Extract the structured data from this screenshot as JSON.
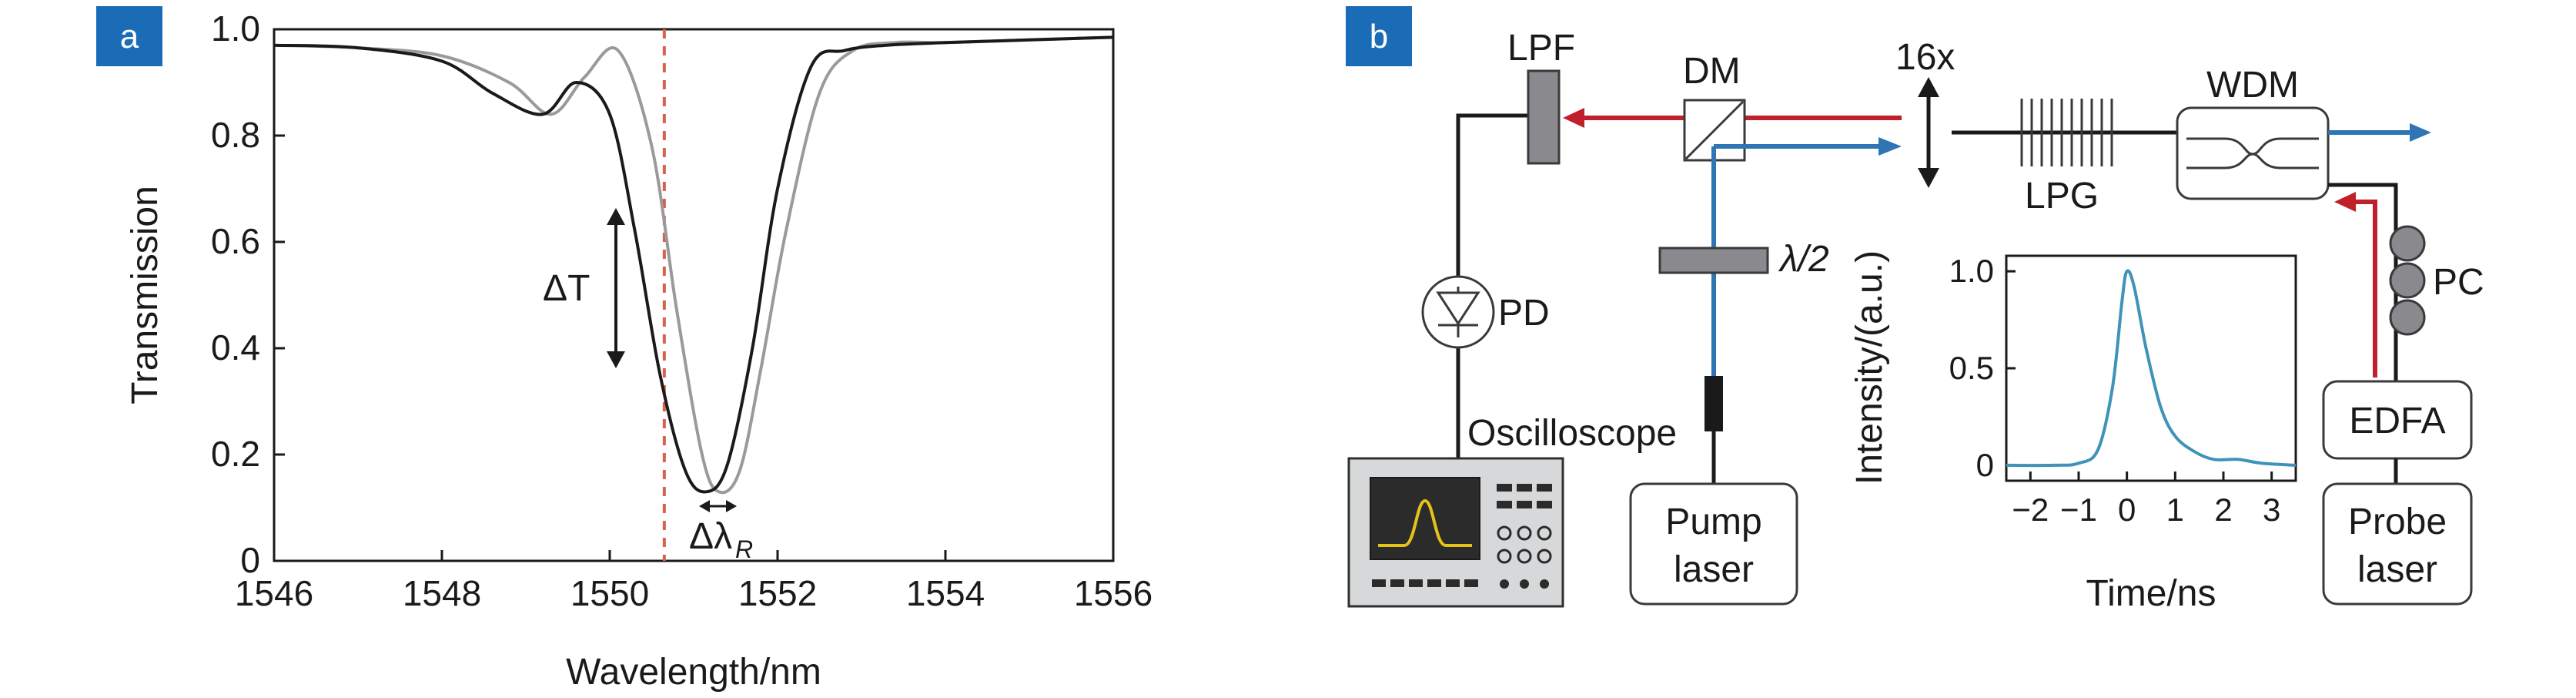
{
  "panel_labels": {
    "a": "a",
    "b": "b"
  },
  "colors": {
    "badge": "#1b6cb6",
    "pump_beam": "#2f74b5",
    "probe_beam": "#c0202a",
    "red_dashed": "#d9604a",
    "curve_dark": "#1a1a1a",
    "curve_light": "#9a9a9a",
    "inset_trace": "#3f93b8",
    "scope_trace": "#e3c318"
  },
  "chart_data": [
    {
      "type": "line",
      "xlabel": "Wavelength/nm",
      "ylabel": "Transmission",
      "xlim": [
        1546,
        1556
      ],
      "ylim": [
        0,
        1
      ],
      "xticks": [
        "1546",
        "1548",
        "1550",
        "1552",
        "1554",
        "1556"
      ],
      "yticks": [
        "0",
        "0.2",
        "0.4",
        "0.6",
        "0.8",
        "1.0"
      ],
      "grid": false,
      "legend": "none",
      "series": [
        {
          "x": [
            1546,
            1547,
            1548,
            1548.6,
            1549.2,
            1549.6,
            1550.0,
            1550.3,
            1550.6,
            1550.9,
            1551.15,
            1551.4,
            1551.7,
            1552.0,
            1552.4,
            1552.8,
            1553.3,
            1554,
            1555,
            1556
          ],
          "y": [
            0.97,
            0.965,
            0.94,
            0.88,
            0.84,
            0.9,
            0.84,
            0.62,
            0.35,
            0.17,
            0.13,
            0.18,
            0.4,
            0.7,
            0.93,
            0.96,
            0.97,
            0.975,
            0.98,
            0.985
          ]
        },
        {
          "x": [
            1546,
            1547,
            1548,
            1548.8,
            1549.3,
            1549.7,
            1550.1,
            1550.5,
            1550.8,
            1551.1,
            1551.3,
            1551.55,
            1551.8,
            1552.1,
            1552.5,
            1552.9,
            1553.4,
            1554,
            1555,
            1556
          ],
          "y": [
            0.97,
            0.965,
            0.95,
            0.9,
            0.84,
            0.91,
            0.96,
            0.78,
            0.47,
            0.2,
            0.13,
            0.17,
            0.36,
            0.62,
            0.88,
            0.96,
            0.975,
            0.975,
            0.98,
            0.985
          ]
        }
      ],
      "annotations": {
        "marker_x": 1550.65,
        "delta_t_label": "ΔT",
        "delta_t_range": [
          0.38,
          0.66
        ],
        "delta_lambda_label": "Δλ",
        "delta_lambda_sub": "R"
      }
    },
    {
      "type": "line",
      "xlabel": "Time/ns",
      "ylabel": "Intensity/(a.u.)",
      "xlim": [
        -2.5,
        3.5
      ],
      "ylim": [
        -0.08,
        1.08
      ],
      "xticks": [
        "−2",
        "−1",
        "0",
        "1",
        "2",
        "3"
      ],
      "yticks": [
        "0",
        "0.5",
        "1.0"
      ],
      "grid": false,
      "series": [
        {
          "x": [
            -2.5,
            -1.5,
            -1.0,
            -0.6,
            -0.3,
            -0.1,
            0.0,
            0.15,
            0.4,
            0.7,
            1.0,
            1.4,
            1.8,
            2.3,
            2.8,
            3.5
          ],
          "y": [
            0.0,
            0.0,
            0.01,
            0.08,
            0.4,
            0.85,
            1.0,
            0.92,
            0.6,
            0.3,
            0.15,
            0.07,
            0.03,
            0.03,
            0.01,
            0.0
          ]
        }
      ]
    }
  ],
  "diagram": {
    "lpf": "LPF",
    "dm": "DM",
    "magnification": "16x",
    "lpg": "LPG",
    "wdm": "WDM",
    "half_wave": "λ/2",
    "pd": "PD",
    "oscilloscope": "Oscilloscope",
    "pc": "PC",
    "edfa": "EDFA",
    "pump_l1": "Pump",
    "pump_l2": "laser",
    "probe_l1": "Probe",
    "probe_l2": "laser"
  }
}
